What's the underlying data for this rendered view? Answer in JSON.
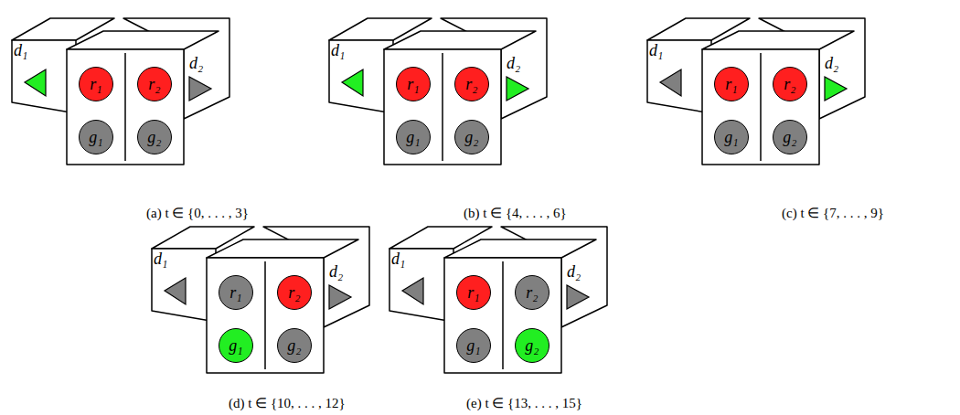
{
  "diagram": {
    "nodes": [
      {
        "text": [
          "d₁"
        ]
      },
      {
        "text": [
          "r₁"
        ]
      },
      {
        "text": [
          "r₂"
        ]
      },
      {
        "text": [
          "d₂"
        ]
      },
      {
        "text": [
          "g₁"
        ]
      },
      {
        "text": [
          "g₂"
        ]
      },
      {
        "text": [
          "d₁"
        ]
      },
      {
        "text": [
          "r₁"
        ]
      },
      {
        "text": [
          "r₂"
        ]
      },
      {
        "text": [
          "d₂"
        ]
      },
      {
        "text": [
          "g₁"
        ]
      },
      {
        "text": [
          "g₂"
        ]
      },
      {
        "text": [
          "d₁"
        ]
      },
      {
        "text": [
          "r₁"
        ]
      },
      {
        "text": [
          "r₂"
        ]
      },
      {
        "text": [
          "d₂"
        ]
      },
      {
        "text": [
          "g₁"
        ]
      },
      {
        "text": [
          "g₂"
        ]
      },
      {
        "text": [
          "d₁"
        ]
      },
      {
        "text": [
          "r₁"
        ]
      },
      {
        "text": [
          "r₂"
        ]
      },
      {
        "text": [
          "d₂"
        ]
      },
      {
        "text": [
          "g₁"
        ]
      },
      {
        "text": [
          "g₂"
        ]
      },
      {
        "text": [
          "d₁"
        ]
      },
      {
        "text": [
          "r₁"
        ]
      },
      {
        "text": [
          "r₂"
        ]
      },
      {
        "text": [
          "d₂"
        ]
      },
      {
        "text": [
          "g₁"
        ]
      },
      {
        "text": [
          "g₂"
        ]
      }
    ],
    "labels": [
      "(a) t ∈ {0, . . . , 3}",
      "(b) t ∈ {4, . . . , 6}",
      "(c) t ∈ {7, . . . , 9}",
      "(d) t ∈ {10, . . . , 12}",
      "(e) t ∈ {13, . . . , 15}"
    ]
  }
}
